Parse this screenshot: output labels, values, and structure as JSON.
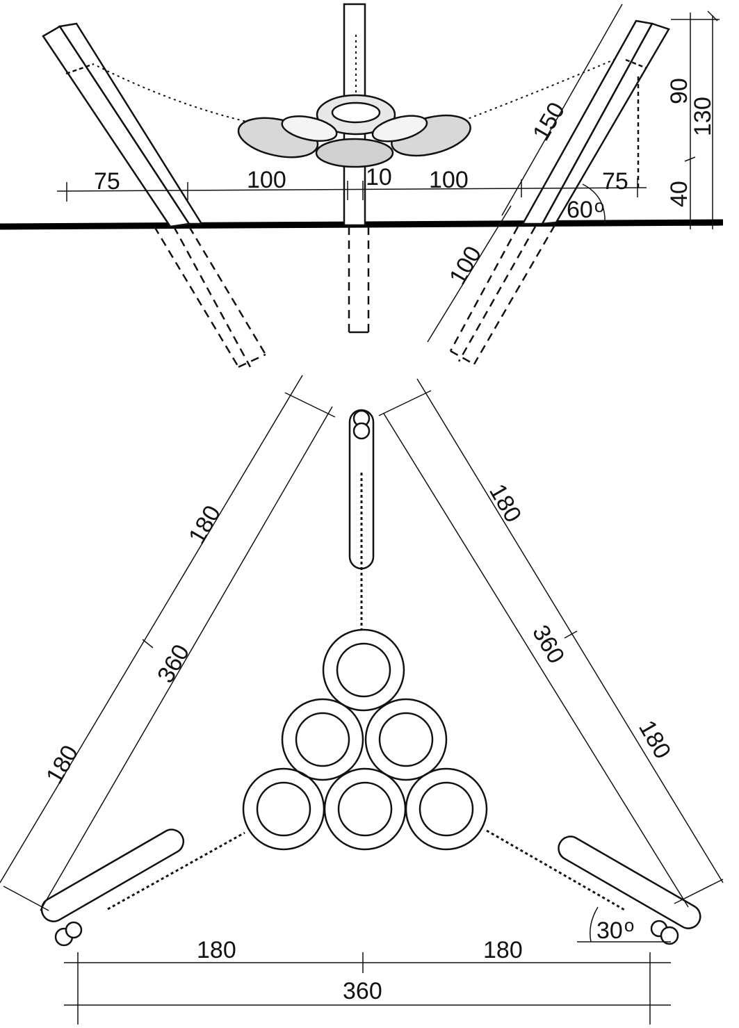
{
  "diagram": {
    "elevation": {
      "dims": {
        "left_overhang": "75",
        "left_span": "100",
        "post_width": "10",
        "right_span": "100",
        "right_overhang": "75",
        "top_height": "90",
        "total_height": "130",
        "seat_height": "40",
        "leg_above": "150",
        "leg_below": "100",
        "angle": "60"
      },
      "angle_unit": "o"
    },
    "plan": {
      "dims": {
        "left_upper": "180",
        "left_total": "360",
        "left_lower": "180",
        "right_upper": "180",
        "right_total": "360",
        "right_lower": "180",
        "bottom_left": "180",
        "bottom_right": "180",
        "bottom_total": "360",
        "angle": "30"
      },
      "angle_unit": "o"
    }
  }
}
